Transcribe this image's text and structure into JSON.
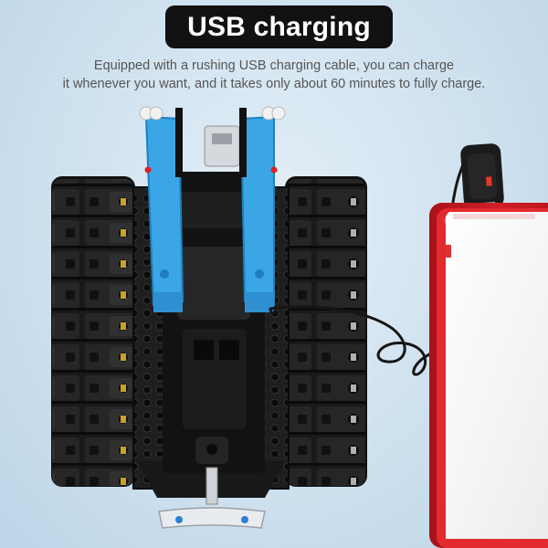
{
  "header": {
    "title": "USB charging"
  },
  "description": {
    "line1": "Equipped with a rushing USB charging cable, you can charge",
    "line2": "it whenever you want, and it takes only about 60 minutes to fully charge."
  },
  "colors": {
    "background": "#cfe2ef",
    "track": "#1c1c1c",
    "arm": "#3aa6e6",
    "power_bank_red": "#c4161c",
    "power_bank_white": "#f7f7f7"
  }
}
